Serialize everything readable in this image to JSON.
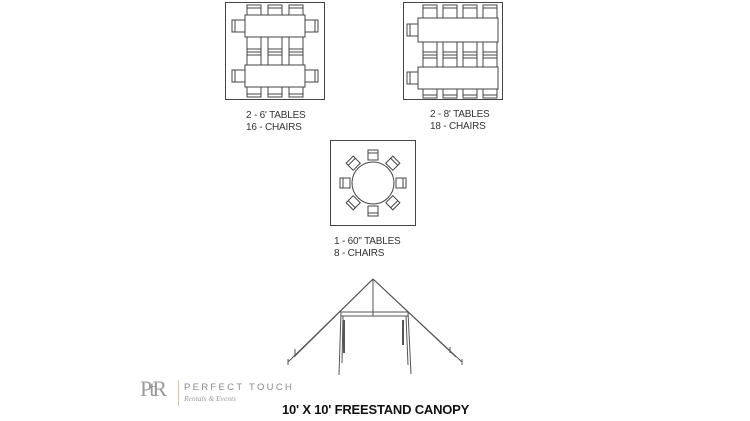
{
  "layouts": [
    {
      "id": "six-foot",
      "line1": "2 - 6' TABLES",
      "line2": "16 - CHAIRS"
    },
    {
      "id": "eight-foot",
      "line1": "2 - 8' TABLES",
      "line2": "18 - CHAIRS"
    },
    {
      "id": "round",
      "line1": "1 - 60\" TABLES",
      "line2": "8 - CHAIRS"
    }
  ],
  "canopy": {
    "title": "10' X 10' FREESTAND CANOPY"
  },
  "logo": {
    "mark": "PtR",
    "name": "PERFECT TOUCH",
    "tagline": "Rentals & Events",
    "divider_color": "#d9c7a4"
  },
  "colors": {
    "line": "#444444",
    "text": "#333333",
    "logo": "#8a8a8a"
  }
}
